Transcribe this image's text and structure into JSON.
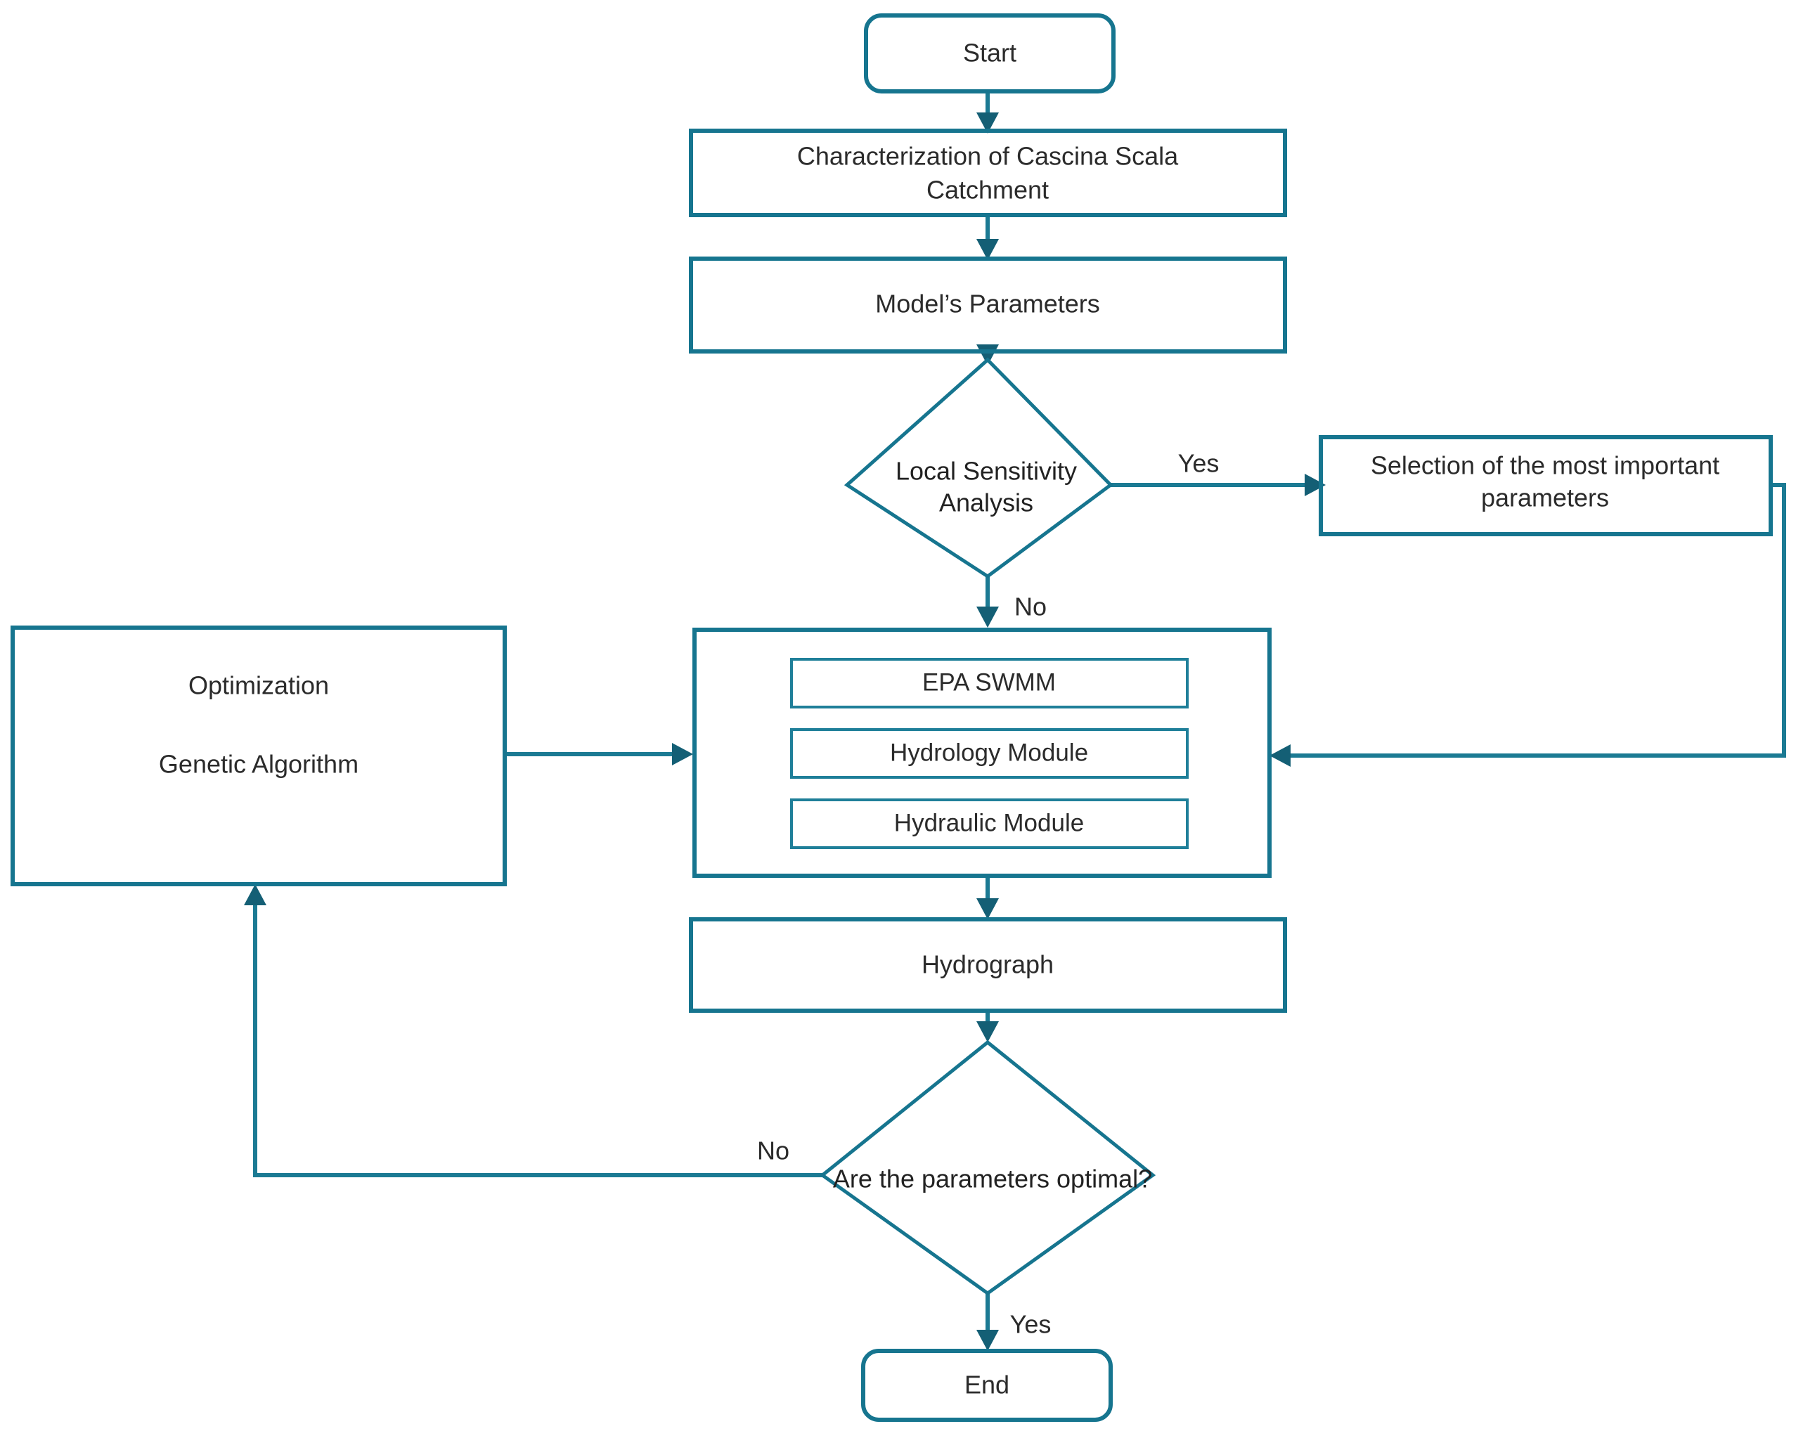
{
  "diagram": {
    "title": "SWMM model calibration workflow flowchart",
    "colors": {
      "stroke": "#16758f",
      "connector": "#1b7a93",
      "arrowhead": "#145f75",
      "node_fill": "#ffffff",
      "text": "#2b2b2b",
      "background": "#ffffff"
    },
    "nodes": {
      "start": {
        "label": "Start",
        "shape": "rounded-rectangle"
      },
      "characterization": {
        "label_line1": "Characterization of Cascina Scala",
        "label_line2": "Catchment",
        "shape": "rectangle"
      },
      "model_parameters": {
        "label": "Model’s Parameters",
        "shape": "rectangle"
      },
      "sensitivity": {
        "label_line1": "Local Sensitivity",
        "label_line2": "Analysis",
        "shape": "diamond"
      },
      "selection": {
        "label_line1": "Selection of the most important",
        "label_line2": "parameters",
        "shape": "rectangle"
      },
      "optimization": {
        "label_line1": "Optimization",
        "label_line2": "Genetic Algorithm",
        "shape": "rectangle"
      },
      "swmm_container": {
        "shape": "rectangle",
        "children": [
          {
            "label": "EPA SWMM"
          },
          {
            "label": "Hydrology Module"
          },
          {
            "label": "Hydraulic Module"
          }
        ]
      },
      "hydrograph": {
        "label": "Hydrograph",
        "shape": "rectangle"
      },
      "optimal_check": {
        "label": "Are the parameters optimal?",
        "shape": "diamond"
      },
      "end": {
        "label": "End",
        "shape": "rounded-rectangle"
      }
    },
    "edge_labels": {
      "sensitivity_yes": "Yes",
      "sensitivity_no": "No",
      "optimal_no": "No",
      "optimal_yes": "Yes"
    }
  }
}
